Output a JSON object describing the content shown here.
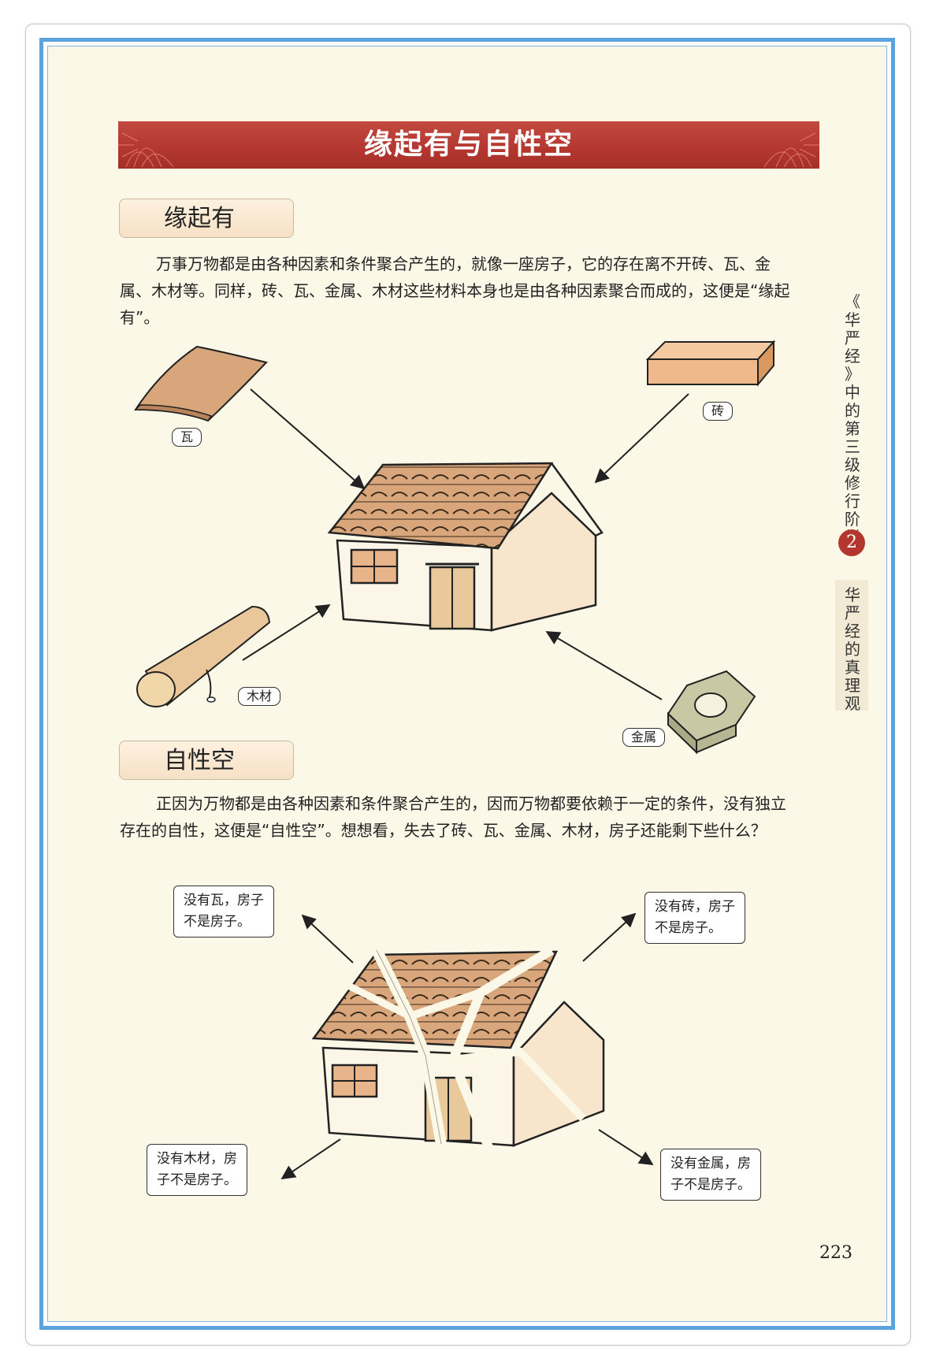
{
  "title": "缘起有与自性空",
  "section1": {
    "heading": "缘起有",
    "text": "万事万物都是由各种因素和条件聚合产生的，就像一座房子，它的存在离不开砖、瓦、金属、木材等。同样，砖、瓦、金属、木材这些材料本身也是由各种因素聚合而成的，这便是“缘起有”。",
    "labels": {
      "tile": "瓦",
      "brick": "砖",
      "wood": "木材",
      "metal": "金属"
    }
  },
  "section2": {
    "heading": "自性空",
    "text": "正因为万物都是由各种因素和条件聚合产生的，因而万物都要依赖于一定的条件，没有独立存在的自性，这便是“自性空”。想想看，失去了砖、瓦、金属、木材，房子还能剩下些什么？",
    "bubbles": {
      "no_tile_l1": "没有瓦，房子",
      "no_tile_l2": "不是房子。",
      "no_brick_l1": "没有砖，房子",
      "no_brick_l2": "不是房子。",
      "no_wood_l1": "没有木材，房",
      "no_wood_l2": "子不是房子。",
      "no_metal_l1": "没有金属，房",
      "no_metal_l2": "子不是房子。"
    }
  },
  "sidebar": {
    "book_title_chars": [
      "《",
      "华",
      "严",
      "经",
      "》",
      "中",
      "的",
      "第",
      "三",
      "级",
      "修",
      "行",
      "阶",
      "梯"
    ],
    "chapter_number": "2",
    "chapter_title_chars": [
      "华",
      "严",
      "经",
      "的",
      "真",
      "理",
      "观"
    ]
  },
  "page_number": "223",
  "colors": {
    "title_bar": "#b3372f",
    "frame": "#5aa3dc",
    "page_bg": "#fbf8e8",
    "tile_roof": "#d9a67c"
  }
}
